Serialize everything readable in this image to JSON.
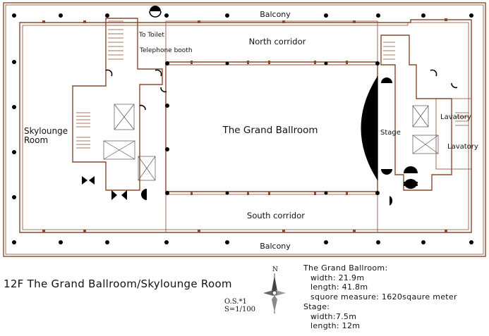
{
  "plan": {
    "rooms": {
      "balcony_top": "Balcony",
      "balcony_bottom": "Balcony",
      "north_corridor": "North corridor",
      "south_corridor": "South corridor",
      "ballroom": "The Grand Ballroom",
      "skylounge_line1": "Skylounge",
      "skylounge_line2": "Room",
      "stage": "Stage",
      "lavatory_1": "Lavatory",
      "lavatory_2": "Lavatory",
      "to_toilet": "To Toilet",
      "telephone_booth": "Telephone booth"
    },
    "compass_letter": "N"
  },
  "legend": {
    "title": "12F The Grand Ballroom/Skylounge Room",
    "scale_line1": "O.S.*1",
    "scale_line2": "S=1/100"
  },
  "specs": {
    "ballroom_heading": "The Grand Ballroom:",
    "ballroom_width": "width:  21.9m",
    "ballroom_length": "length:  41.8m",
    "ballroom_area": "squore measure: 1620sqaure meter",
    "stage_heading": "Stage:",
    "stage_width": "width:7.5m",
    "stage_length": "length:  12m"
  }
}
